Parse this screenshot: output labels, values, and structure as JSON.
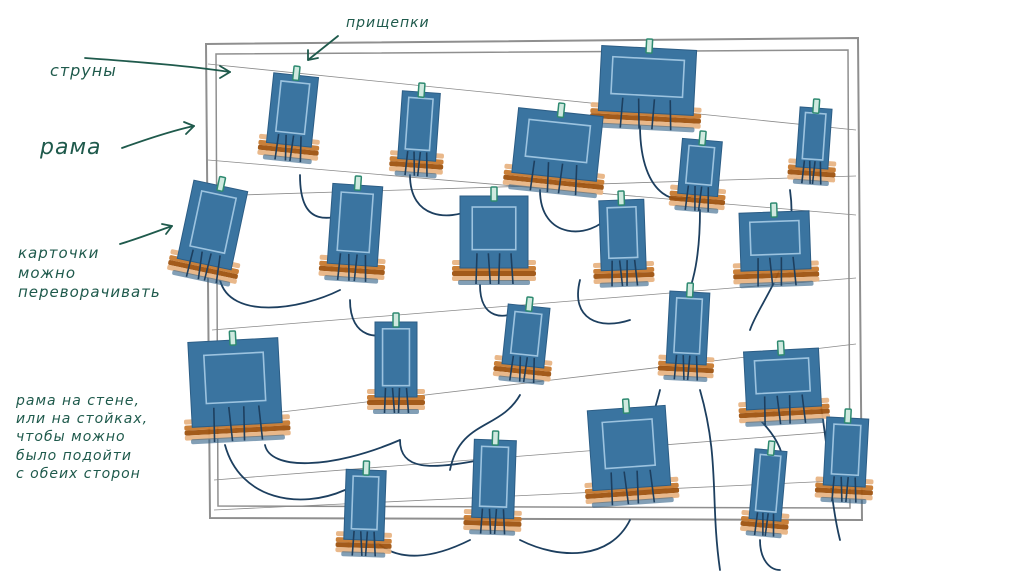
{
  "labels": {
    "clips": "прищепки",
    "strings": "струны",
    "frame": "рама",
    "cards_flip": "карточки\nможно\nпереворачивать",
    "wall_mount": "рама на стене,\nили на стойках,\nчтобы можно\nбыло подойти\nс обеих сторон"
  },
  "colors": {
    "card": "#3a74a0",
    "card_inner": "#9cc3df",
    "frame": "#8f8f8f",
    "thread": "#1d3f5f",
    "ink": "#1f5a4c",
    "clip": "#2e8a70",
    "band_light": "#e8b484",
    "band_mid": "#c7792e",
    "band_dark": "#9e520f",
    "band_grey": "#9a9a9a"
  }
}
